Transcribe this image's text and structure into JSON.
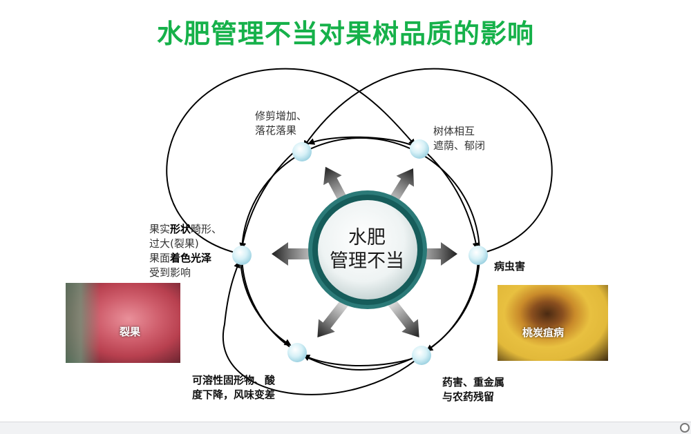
{
  "title": "水肥管理不当对果树品质的影响",
  "center": {
    "line1": "水肥",
    "line2": "管理不当"
  },
  "nodes": {
    "pruning": {
      "line1": "修剪增加、",
      "line2": "落花落果"
    },
    "canopy": {
      "line1": "树体相互",
      "line2": "遮荫、郁闭"
    },
    "pest": {
      "text": "病虫害"
    },
    "residue": {
      "line1": "药害、重金属",
      "line2": "与农药残留"
    },
    "solids": {
      "line1": "可溶性固形物、酸",
      "line2": "度下降，风味变差"
    },
    "shape": {
      "l1a": "果实",
      "l1b": "形状",
      "l1c": "畸形、",
      "l2": "过大(裂果)",
      "l3a": "果面",
      "l3b": "着色光泽",
      "l4": "受到影响"
    }
  },
  "photos": {
    "peach_caption": "裂果",
    "anthracnose_caption": "桃炭疽病"
  },
  "colors": {
    "title": "#16b14a",
    "hub_ring": "#2b7a78",
    "node": "#cfeef5",
    "arrow": "#000000"
  },
  "icons": [
    "node-dot-icon",
    "arrow-icon"
  ]
}
